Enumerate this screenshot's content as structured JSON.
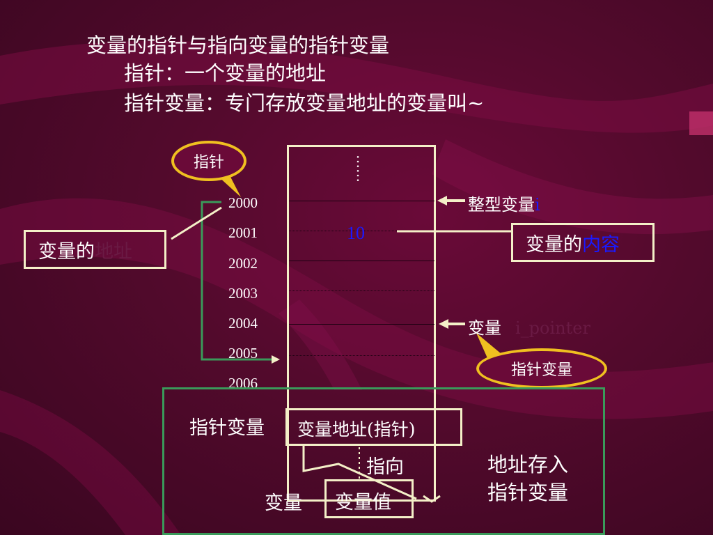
{
  "title": {
    "line1": "变量的指针与指向变量的指针变量",
    "line2": "指针：一个变量的地址",
    "line3": "指针变量：专门存放变量地址的变量叫~"
  },
  "memory": {
    "dots": "……",
    "addresses": [
      "2000",
      "2001",
      "2002",
      "2003",
      "2004",
      "2005",
      "2006"
    ],
    "value": "10"
  },
  "bubbles": {
    "pointer": "指针",
    "pointer_var": "指针变量"
  },
  "labels": {
    "addr_box_prefix": "变量的",
    "addr_box_faint": "地址",
    "int_var_prefix": "整型变量",
    "int_var_name": "i",
    "content_box_prefix": "变量的",
    "content_box_highlight": "内容",
    "var_prefix": "变量",
    "var_faint": "i_pointer"
  },
  "diagram": {
    "pointer_var_label": "指针变量",
    "pointer_box": "变量地址(指针)",
    "points_to": "指向",
    "var_label": "变量",
    "var_value_box": "变量值",
    "store_line1": "地址存入",
    "store_line2": "指针变量"
  }
}
